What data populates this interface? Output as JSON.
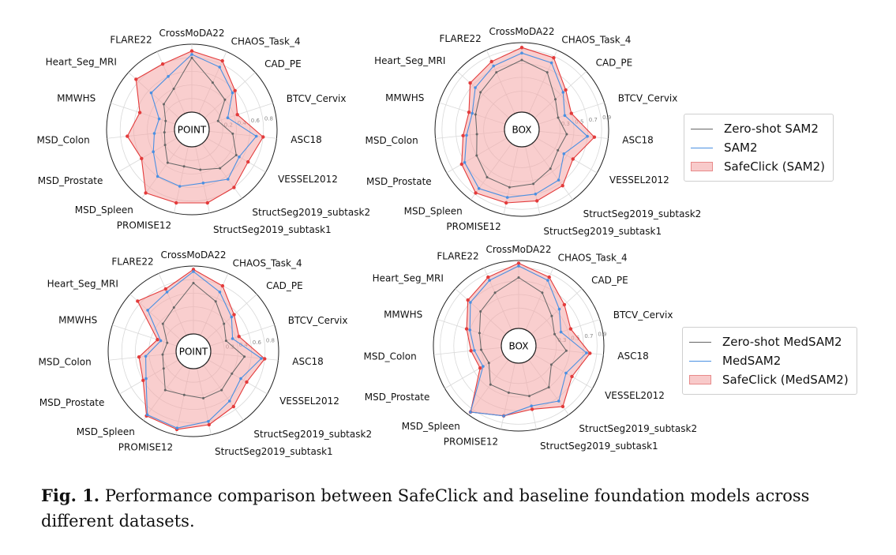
{
  "figure_caption": {
    "label": "Fig. 1.",
    "text": "Performance comparison between SafeClick and baseline foundation models across different datasets."
  },
  "legends": [
    {
      "entries": [
        "Zero-shot SAM2",
        "SAM2",
        "SafeClick (SAM2)"
      ]
    },
    {
      "entries": [
        "Zero-shot MedSAM2",
        "MedSAM2",
        "SafeClick (MedSAM2)"
      ]
    }
  ],
  "colors": {
    "zero_shot": "#666666",
    "baseline": "#4a90e2",
    "safeclick_fill": "#f4a6a6",
    "safeclick_line": "#e33b3b",
    "grid": "#d9d9d9"
  },
  "chart_data": [
    {
      "type": "radar",
      "center_label": "POINT",
      "categories": [
        "CrossMoDA22",
        "CHAOS_Task_4",
        "CAD_PE",
        "BTCV_Cervix",
        "ASC18",
        "VESSEL2012",
        "StructSeg2019_subtask2",
        "StructSeg2019_subtask1",
        "PROMISE12",
        "MSD_Spleen",
        "MSD_Prostate",
        "MSD_Colon",
        "MMWHS",
        "Heart_Seg_MRI",
        "FLARE22"
      ],
      "rticks": [
        "0.2",
        "0.4",
        "0.6",
        "0.8"
      ],
      "rlim": [
        0,
        1
      ],
      "series": [
        {
          "name": "Zero-shot SAM2",
          "values": [
            0.8,
            0.5,
            0.4,
            0.15,
            0.35,
            0.5,
            0.45,
            0.35,
            0.3,
            0.35,
            0.2,
            0.15,
            0.15,
            0.3,
            0.4
          ]
        },
        {
          "name": "SAM2",
          "values": [
            0.85,
            0.75,
            0.55,
            0.3,
            0.7,
            0.55,
            0.65,
            0.55,
            0.6,
            0.6,
            0.4,
            0.3,
            0.25,
            0.55,
            0.6
          ]
        },
        {
          "name": "SafeClick (SAM2)",
          "values": [
            0.9,
            0.85,
            0.6,
            0.45,
            0.8,
            0.7,
            0.8,
            0.85,
            0.85,
            0.9,
            0.6,
            0.7,
            0.55,
            0.85,
            0.8
          ]
        }
      ]
    },
    {
      "type": "radar",
      "center_label": "BOX",
      "categories": [
        "CrossMoDA22",
        "CHAOS_Task_4",
        "CAD_PE",
        "BTCV_Cervix",
        "ASC18",
        "VESSEL2012",
        "StructSeg2019_subtask2",
        "StructSeg2019_subtask1",
        "PROMISE12",
        "MSD_Spleen",
        "MSD_Prostate",
        "MSD_Colon",
        "MMWHS",
        "Heart_Seg_MRI",
        "FLARE22"
      ],
      "rticks": [
        "0.3",
        "0.5",
        "0.7",
        "0.9"
      ],
      "rlim": [
        0,
        1
      ],
      "series": [
        {
          "name": "Zero-shot SAM2",
          "values": [
            0.75,
            0.65,
            0.4,
            0.3,
            0.4,
            0.35,
            0.45,
            0.55,
            0.6,
            0.6,
            0.5,
            0.4,
            0.45,
            0.55,
            0.65
          ]
        },
        {
          "name": "SAM2",
          "values": [
            0.85,
            0.8,
            0.55,
            0.4,
            0.7,
            0.45,
            0.65,
            0.7,
            0.75,
            0.8,
            0.7,
            0.55,
            0.5,
            0.65,
            0.75
          ]
        },
        {
          "name": "SafeClick (SAM2)",
          "values": [
            0.93,
            0.88,
            0.6,
            0.5,
            0.8,
            0.6,
            0.75,
            0.8,
            0.83,
            0.88,
            0.75,
            0.6,
            0.55,
            0.75,
            0.82
          ]
        }
      ]
    },
    {
      "type": "radar",
      "center_label": "POINT",
      "categories": [
        "CrossMoDA22",
        "CHAOS_Task_4",
        "CAD_PE",
        "BTCV_Cervix",
        "ASC18",
        "VESSEL2012",
        "StructSeg2019_subtask2",
        "StructSeg2019_subtask1",
        "PROMISE12",
        "MSD_Spleen",
        "MSD_Prostate",
        "MSD_Colon",
        "MMWHS",
        "Heart_Seg_MRI",
        "FLARE22"
      ],
      "rticks": [
        "0.2",
        "0.4",
        "0.6",
        "0.8"
      ],
      "rlim": [
        0,
        1
      ],
      "series": [
        {
          "name": "Zero-shot MedSAM2",
          "values": [
            0.75,
            0.55,
            0.35,
            0.25,
            0.5,
            0.4,
            0.45,
            0.45,
            0.4,
            0.45,
            0.25,
            0.2,
            0.15,
            0.35,
            0.45
          ]
        },
        {
          "name": "MedSAM2",
          "values": [
            0.92,
            0.7,
            0.5,
            0.35,
            0.75,
            0.55,
            0.65,
            0.8,
            0.9,
            0.9,
            0.55,
            0.45,
            0.25,
            0.65,
            0.7
          ]
        },
        {
          "name": "SafeClick (MedSAM2)",
          "values": [
            0.95,
            0.8,
            0.55,
            0.45,
            0.8,
            0.65,
            0.75,
            0.85,
            0.92,
            0.92,
            0.6,
            0.55,
            0.3,
            0.85,
            0.75
          ]
        }
      ]
    },
    {
      "type": "radar",
      "center_label": "BOX",
      "categories": [
        "CrossMoDA22",
        "CHAOS_Task_4",
        "CAD_PE",
        "BTCV_Cervix",
        "ASC18",
        "VESSEL2012",
        "StructSeg2019_subtask2",
        "StructSeg2019_subtask1",
        "PROMISE12",
        "MSD_Spleen",
        "MSD_Prostate",
        "MSD_Colon",
        "MMWHS",
        "Heart_Seg_MRI",
        "FLARE22"
      ],
      "rticks": [
        "0.3",
        "0.5",
        "0.7",
        "0.9"
      ],
      "rlim": [
        0,
        1
      ],
      "series": [
        {
          "name": "Zero-shot MedSAM2",
          "values": [
            0.75,
            0.6,
            0.4,
            0.3,
            0.45,
            0.3,
            0.5,
            0.5,
            0.45,
            0.45,
            0.25,
            0.3,
            0.35,
            0.5,
            0.6
          ]
        },
        {
          "name": "MedSAM2",
          "values": [
            0.92,
            0.8,
            0.55,
            0.4,
            0.75,
            0.55,
            0.75,
            0.65,
            0.8,
            0.95,
            0.35,
            0.4,
            0.5,
            0.7,
            0.8
          ]
        },
        {
          "name": "SafeClick (MedSAM2)",
          "values": [
            0.96,
            0.85,
            0.65,
            0.55,
            0.8,
            0.65,
            0.85,
            0.7,
            0.8,
            0.95,
            0.4,
            0.45,
            0.55,
            0.75,
            0.85
          ]
        }
      ]
    }
  ]
}
